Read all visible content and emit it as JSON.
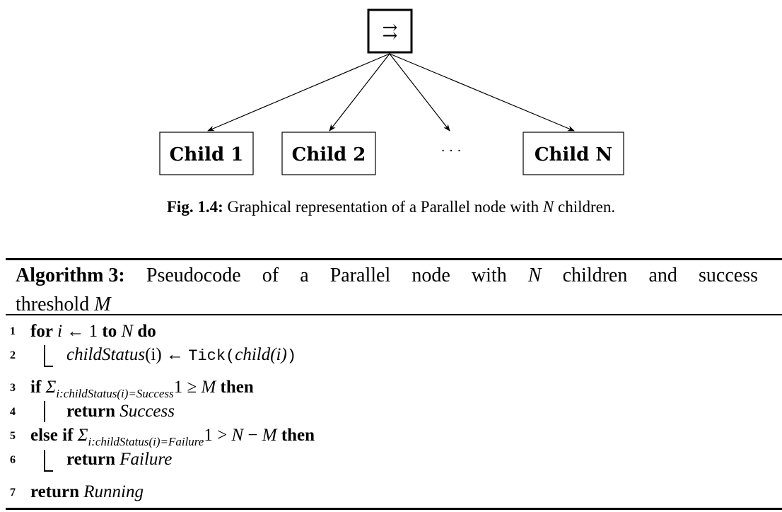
{
  "diagram": {
    "root_symbol": "⇉",
    "children": [
      "Child 1",
      "Child 2",
      "· · ·",
      "Child N"
    ]
  },
  "caption": {
    "label": "Fig. 1.4:",
    "text_before": "Graphical representation of a Parallel node with",
    "var": "N",
    "text_after": "children."
  },
  "algorithm": {
    "label": "Algorithm 3:",
    "words": [
      "Pseudocode",
      "of",
      "a",
      "Parallel",
      "node",
      "with",
      "N",
      "children",
      "and",
      "success"
    ],
    "line2": "threshold",
    "line2_var": "M",
    "lines": [
      {
        "no": "1"
      },
      {
        "no": "2"
      },
      {
        "no": "3"
      },
      {
        "no": "4"
      },
      {
        "no": "5"
      },
      {
        "no": "6"
      },
      {
        "no": "7"
      }
    ],
    "tokens": {
      "for": "for",
      "i": "i",
      "arrow": "←",
      "one": "1",
      "to": "to",
      "N": "N",
      "do": "do",
      "childStatus": "childStatus",
      "paren_i": "(i)",
      "tick": "Tick",
      "open": "(",
      "child_i": "child(i)",
      "close": ")",
      "if": "if",
      "sigma": "Σ",
      "sub_success": "i:childStatus(i)=Success",
      "geq": "≥",
      "M": "M",
      "then": "then",
      "return": "return",
      "success": "Success",
      "else_if": "else if",
      "sub_failure": "i:childStatus(i)=Failure",
      "gt": ">",
      "minus": "−",
      "failure": "Failure",
      "running": "Running"
    }
  }
}
